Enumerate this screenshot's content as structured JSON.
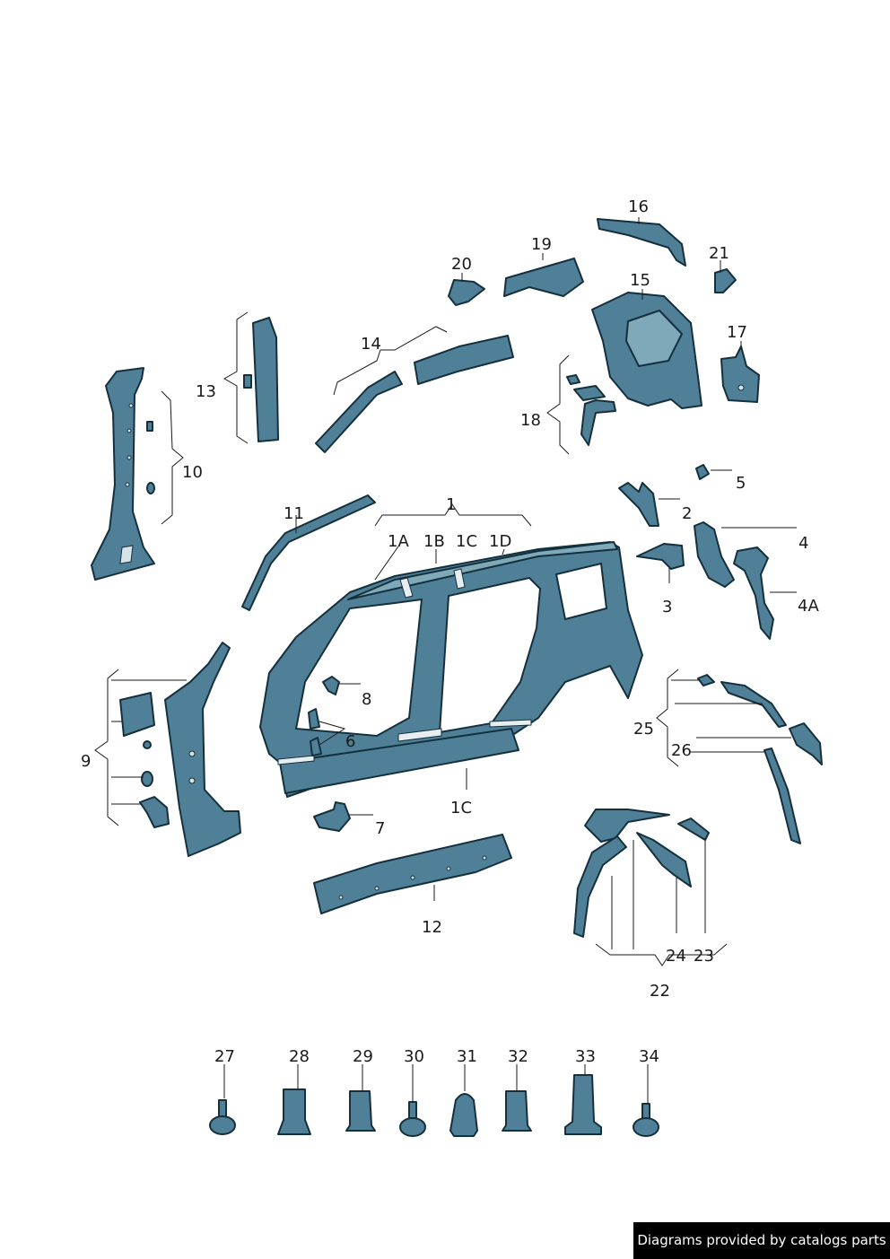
{
  "labels": {
    "l1": "1",
    "l1a": "1A",
    "l1b": "1B",
    "l1c_top": "1C",
    "l1d": "1D",
    "l1c_bottom": "1C",
    "l2": "2",
    "l3": "3",
    "l4": "4",
    "l4a": "4A",
    "l5": "5",
    "l6": "6",
    "l7": "7",
    "l8": "8",
    "l9": "9",
    "l10": "10",
    "l11": "11",
    "l12": "12",
    "l13": "13",
    "l14": "14",
    "l15": "15",
    "l16": "16",
    "l17": "17",
    "l18": "18",
    "l19": "19",
    "l20": "20",
    "l21": "21",
    "l22": "22",
    "l23": "23",
    "l24": "24",
    "l25": "25",
    "l26": "26",
    "l27": "27",
    "l28": "28",
    "l29": "29",
    "l30": "30",
    "l31": "31",
    "l32": "32",
    "l33": "33",
    "l34": "34"
  },
  "footer": {
    "text": "Diagrams provided by catalogs parts"
  },
  "colors": {
    "part": "#4f8097",
    "outline": "#15303d",
    "footer_bg": "#000000"
  }
}
